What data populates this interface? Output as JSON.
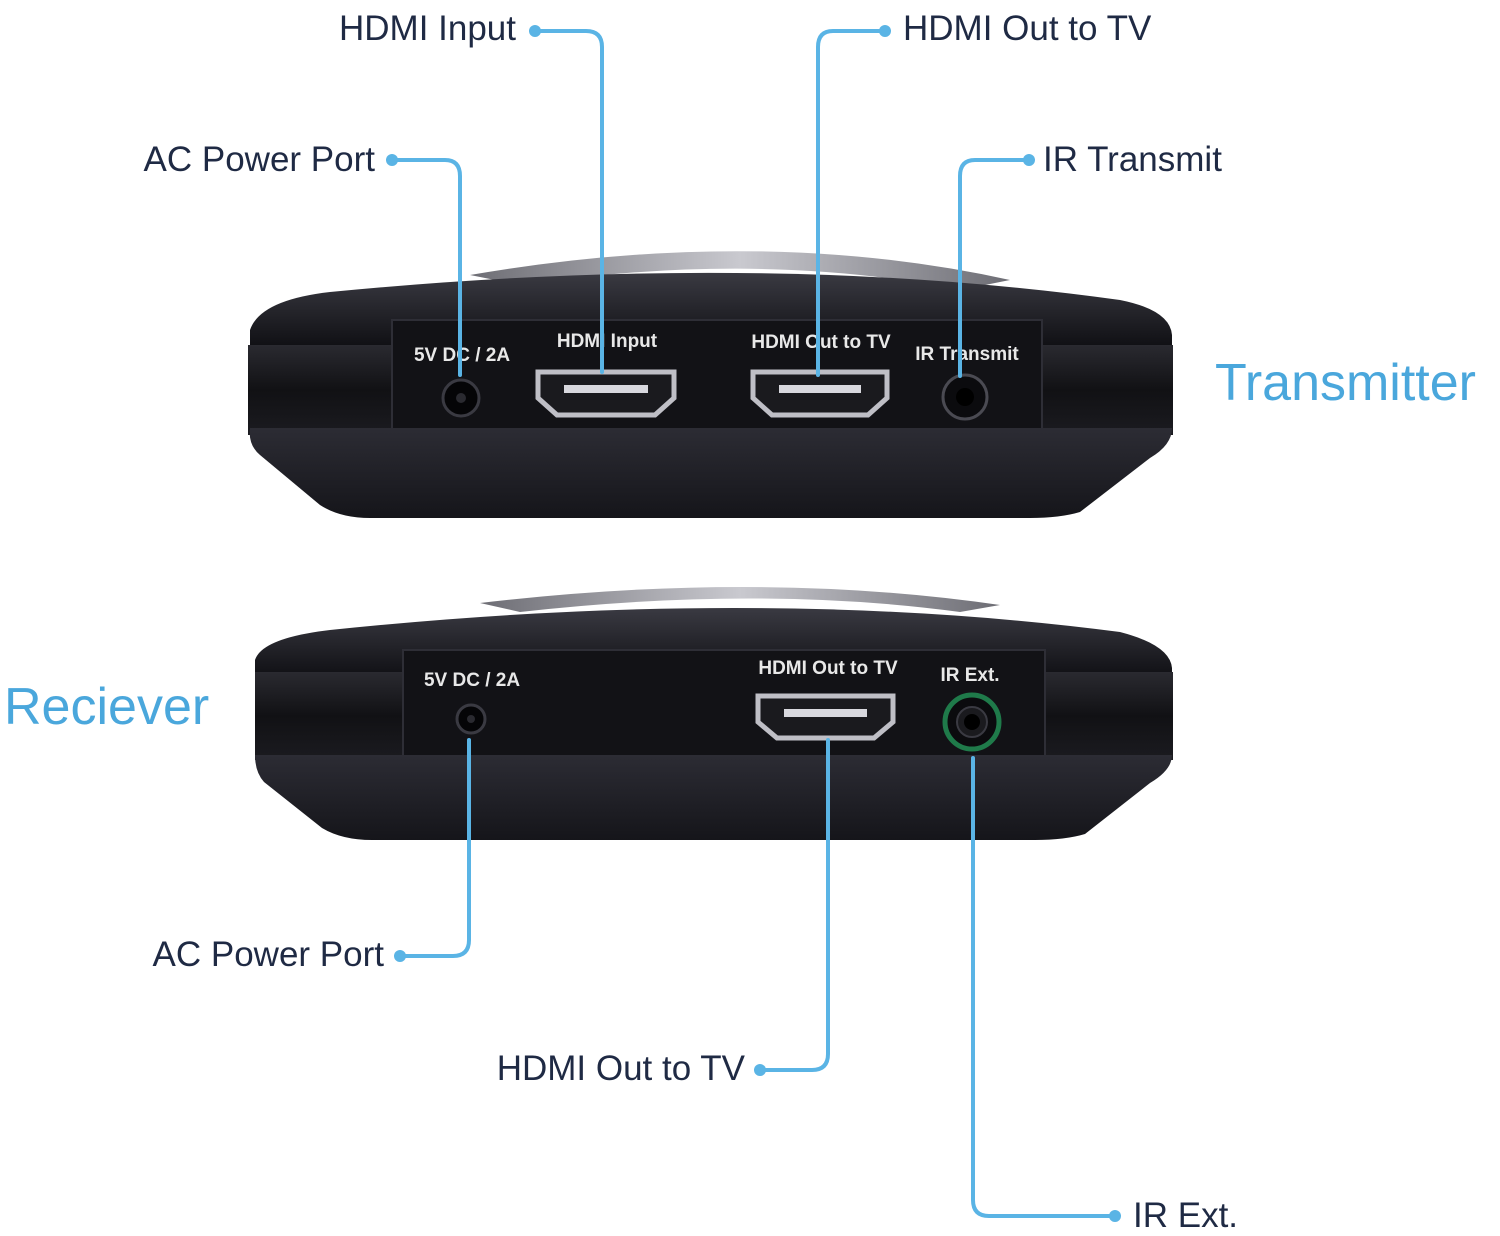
{
  "colors": {
    "leader": "#5ab4e5",
    "title": "#4aa7dc",
    "callout_text": "#1f2a44",
    "device_body": "#141418",
    "ir_ext_ring": "#1f7a4a"
  },
  "transmitter": {
    "title": "Transmitter",
    "port_labels": {
      "dc": "5V DC / 2A",
      "hdmi_in": "HDMI Input",
      "hdmi_out": "HDMI Out to TV",
      "ir": "IR Transmit"
    },
    "callouts": {
      "ac_power": "AC Power Port",
      "hdmi_input": "HDMI Input",
      "hdmi_out": "HDMI Out to TV",
      "ir_transmit": "IR Transmit"
    }
  },
  "receiver": {
    "title": "Reciever",
    "port_labels": {
      "dc": "5V DC / 2A",
      "hdmi_out": "HDMI Out to TV",
      "ir": "IR Ext."
    },
    "callouts": {
      "ac_power": "AC Power Port",
      "hdmi_out": "HDMI Out to TV",
      "ir_ext": "IR Ext."
    }
  },
  "icons": [
    "dc-jack-icon",
    "hdmi-port-icon",
    "audio-jack-icon"
  ]
}
